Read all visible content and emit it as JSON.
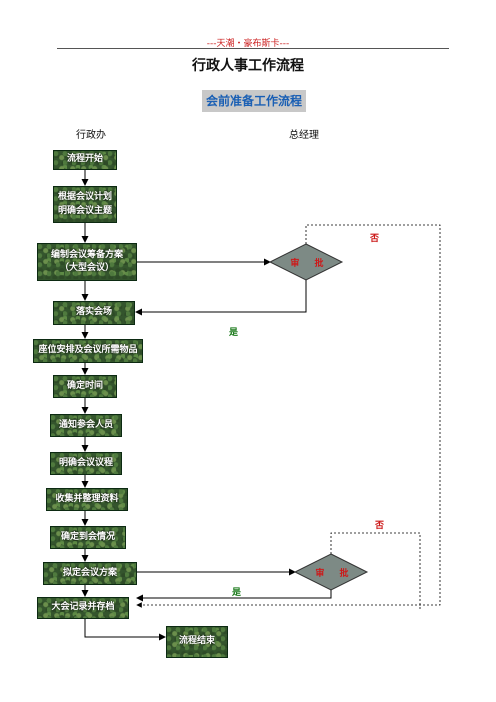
{
  "header": {
    "top_text": "---天潮・豪布斯卡---",
    "title": "行政人事工作流程",
    "section": "会前准备工作流程"
  },
  "lanes": {
    "admin": "行政办",
    "manager": "总经理"
  },
  "steps": {
    "start": "流程开始",
    "plan_line1": "根据会议计划",
    "plan_line2": "明确会议主题",
    "prepare_line1": "编制会议筹备方案",
    "prepare_line2": "（大型会议）",
    "venue": "落实会场",
    "seating": "座位安排及会议所需物品",
    "time": "确定时间",
    "notify": "通知参会人员",
    "agenda": "明确会议议程",
    "materials": "收集并整理资料",
    "attendance": "确定到会情况",
    "draft": "拟定会议方案",
    "record": "大会记录并存档",
    "end": "流程结束"
  },
  "decisions": {
    "review1": "审 批",
    "review2": "审 批"
  },
  "edge_labels": {
    "no1": "否",
    "yes1": "是",
    "no2": "否",
    "yes2": "是"
  },
  "colors": {
    "node_fill": "#34552d",
    "decision_fill": "#7d8a85",
    "no_label": "#cc1a1a",
    "yes_label": "#1a7a1a"
  }
}
